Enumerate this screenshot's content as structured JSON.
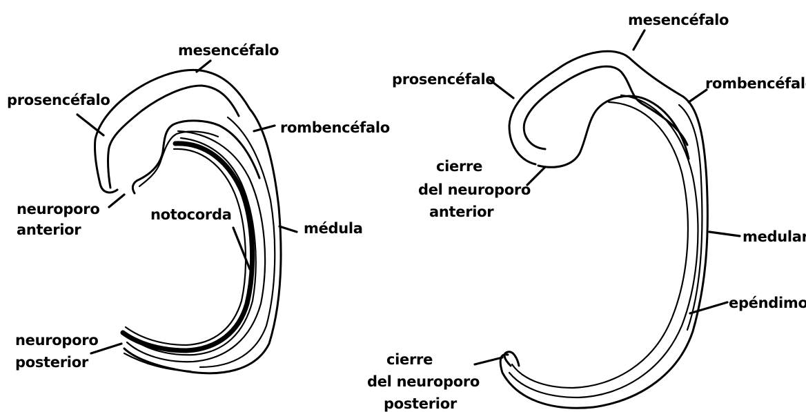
{
  "left_diagram": {
    "labels": {
      "mesencefalo": "mesencéfalo",
      "prosencefalo": "prosencéfalo",
      "rombencefalo": "rombencéfalo",
      "neuroporo_anterior_1": "neuroporo",
      "neuroporo_anterior_2": "anterior",
      "notocorda": "notocorda",
      "medula": "médula",
      "neuroporo_posterior_1": "neuroporo",
      "neuroporo_posterior_2": "posterior"
    }
  },
  "right_diagram": {
    "labels": {
      "mesencefalo": "mesencéfalo",
      "prosencefalo": "prosencéfalo",
      "rombencefalo": "rombencéfalo",
      "cierre_anterior_1": "cierre",
      "cierre_anterior_2": "del neuroporo",
      "cierre_anterior_3": "anterior",
      "medula": "medular",
      "ependimo": "epéndimo",
      "cierre_posterior_1": "cierre",
      "cierre_posterior_2": "del neuroporo",
      "cierre_posterior_3": "posterior"
    }
  }
}
